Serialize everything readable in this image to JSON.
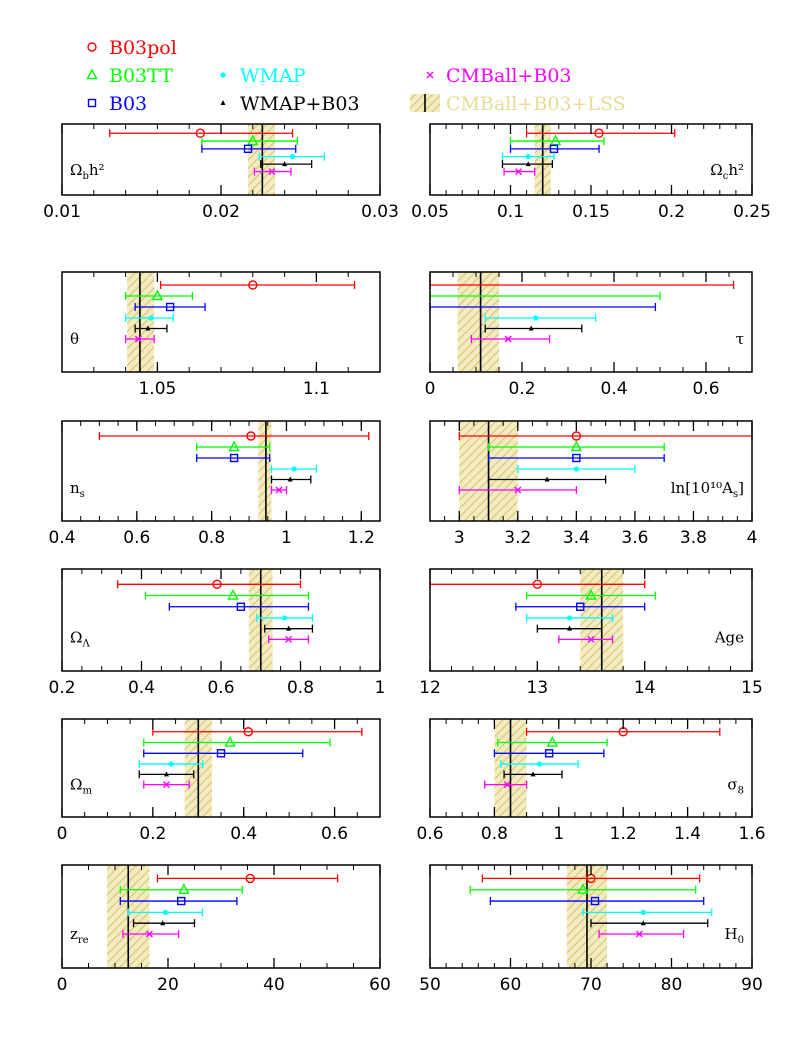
{
  "legend": [
    {
      "label": "B03pol",
      "color": "#ff0000",
      "marker": "circle"
    },
    {
      "label": "B03TT",
      "color": "#00ff00",
      "marker": "triangle"
    },
    {
      "label": "B03",
      "color": "#0000ff",
      "marker": "square"
    },
    {
      "label": "WMAP",
      "color": "#00ffff",
      "marker": "dot"
    },
    {
      "label": "WMAP+B03",
      "color": "#000000",
      "marker": "small-triangle"
    },
    {
      "label": "CMBall+B03",
      "color": "#ff00ff",
      "marker": "cross"
    },
    {
      "label": "CMBall+B03+LSS",
      "color": "#e8dc96",
      "marker": "band"
    }
  ],
  "chart_data": [
    {
      "type": "errorbar",
      "param": "omega-b-h2",
      "label_main": "Ω",
      "label_sub": "b",
      "label_after": "h²",
      "label_side": "left",
      "xlim": [
        0.01,
        0.03
      ],
      "ticks": [
        0.01,
        0.02,
        0.03
      ],
      "tick_labels": [
        "0.01",
        "0.02",
        "0.03"
      ],
      "minor_step": 0.002,
      "series": [
        {
          "name": "B03pol",
          "center": 0.0187,
          "lo": 0.013,
          "hi": 0.0245
        },
        {
          "name": "B03TT",
          "center": 0.022,
          "lo": 0.0188,
          "hi": 0.0248
        },
        {
          "name": "B03",
          "center": 0.0217,
          "lo": 0.0188,
          "hi": 0.0247
        },
        {
          "name": "WMAP",
          "center": 0.0245,
          "lo": 0.0224,
          "hi": 0.0265
        },
        {
          "name": "WMAP+B03",
          "center": 0.024,
          "lo": 0.0225,
          "hi": 0.0257
        },
        {
          "name": "CMBall+B03",
          "center": 0.0232,
          "lo": 0.0221,
          "hi": 0.0244
        }
      ],
      "band": {
        "lo": 0.0217,
        "hi": 0.0234,
        "center": 0.0226
      }
    },
    {
      "type": "errorbar",
      "param": "omega-c-h2",
      "label_main": "Ω",
      "label_sub": "c",
      "label_after": "h²",
      "label_side": "right",
      "xlim": [
        0.05,
        0.25
      ],
      "ticks": [
        0.05,
        0.1,
        0.15,
        0.2,
        0.25
      ],
      "tick_labels": [
        "0.05",
        "0.1",
        "0.15",
        "0.2",
        "0.25"
      ],
      "minor_step": 0.01,
      "series": [
        {
          "name": "B03pol",
          "center": 0.155,
          "lo": 0.11,
          "hi": 0.202
        },
        {
          "name": "B03TT",
          "center": 0.128,
          "lo": 0.1,
          "hi": 0.158
        },
        {
          "name": "B03",
          "center": 0.127,
          "lo": 0.1,
          "hi": 0.155
        },
        {
          "name": "WMAP",
          "center": 0.111,
          "lo": 0.095,
          "hi": 0.127
        },
        {
          "name": "WMAP+B03",
          "center": 0.111,
          "lo": 0.095,
          "hi": 0.126
        },
        {
          "name": "CMBall+B03",
          "center": 0.105,
          "lo": 0.096,
          "hi": 0.115
        }
      ],
      "band": {
        "lo": 0.115,
        "hi": 0.125,
        "center": 0.12
      }
    },
    {
      "type": "errorbar",
      "param": "theta",
      "label_main": "θ",
      "label_sub": "",
      "label_after": "",
      "label_side": "left",
      "xlim": [
        1.02,
        1.12
      ],
      "ticks": [
        1.05,
        1.1
      ],
      "tick_labels": [
        "1.05",
        "1.1"
      ],
      "minor_step": 0.01,
      "series": [
        {
          "name": "B03pol",
          "center": 1.08,
          "lo": 1.051,
          "hi": 1.112
        },
        {
          "name": "B03TT",
          "center": 1.05,
          "lo": 1.04,
          "hi": 1.061
        },
        {
          "name": "B03",
          "center": 1.054,
          "lo": 1.043,
          "hi": 1.065
        },
        {
          "name": "WMAP",
          "center": 1.048,
          "lo": 1.04,
          "hi": 1.055
        },
        {
          "name": "WMAP+B03",
          "center": 1.047,
          "lo": 1.043,
          "hi": 1.053
        },
        {
          "name": "CMBall+B03",
          "center": 1.044,
          "lo": 1.04,
          "hi": 1.049
        }
      ],
      "band": {
        "lo": 1.0405,
        "hi": 1.049,
        "center": 1.0445
      }
    },
    {
      "type": "errorbar",
      "param": "tau",
      "label_main": "τ",
      "label_sub": "",
      "label_after": "",
      "label_side": "right",
      "xlim": [
        0,
        0.7
      ],
      "ticks": [
        0,
        0.2,
        0.4,
        0.6
      ],
      "tick_labels": [
        "0",
        "0.2",
        "0.4",
        "0.6"
      ],
      "minor_step": 0.05,
      "series": [
        {
          "name": "B03pol",
          "center": null,
          "lo": 0,
          "hi": 0.66
        },
        {
          "name": "B03TT",
          "center": null,
          "lo": 0,
          "hi": 0.5
        },
        {
          "name": "B03",
          "center": null,
          "lo": 0,
          "hi": 0.49
        },
        {
          "name": "WMAP",
          "center": 0.23,
          "lo": 0.12,
          "hi": 0.36
        },
        {
          "name": "WMAP+B03",
          "center": 0.22,
          "lo": 0.12,
          "hi": 0.33
        },
        {
          "name": "CMBall+B03",
          "center": 0.17,
          "lo": 0.09,
          "hi": 0.26
        }
      ],
      "band": {
        "lo": 0.06,
        "hi": 0.15,
        "center": 0.11
      }
    },
    {
      "type": "errorbar",
      "param": "n-s",
      "label_main": "n",
      "label_sub": "s",
      "label_after": "",
      "label_side": "left",
      "xlim": [
        0.4,
        1.25
      ],
      "ticks": [
        0.4,
        0.6,
        0.8,
        1,
        1.2
      ],
      "tick_labels": [
        "0.4",
        "0.6",
        "0.8",
        "1",
        "1.2"
      ],
      "minor_step": 0.05,
      "series": [
        {
          "name": "B03pol",
          "center": 0.905,
          "lo": 0.5,
          "hi": 1.22
        },
        {
          "name": "B03TT",
          "center": 0.86,
          "lo": 0.76,
          "hi": 0.955
        },
        {
          "name": "B03",
          "center": 0.86,
          "lo": 0.76,
          "hi": 0.955
        },
        {
          "name": "WMAP",
          "center": 1.02,
          "lo": 0.96,
          "hi": 1.08
        },
        {
          "name": "WMAP+B03",
          "center": 1.01,
          "lo": 0.96,
          "hi": 1.065
        },
        {
          "name": "CMBall+B03",
          "center": 0.98,
          "lo": 0.96,
          "hi": 1.0
        }
      ],
      "band": {
        "lo": 0.925,
        "hi": 0.96,
        "center": 0.945
      }
    },
    {
      "type": "errorbar",
      "param": "ln-10-10-a-s",
      "label_main": "ln[10¹⁰A",
      "label_sub": "s",
      "label_after": "]",
      "label_side": "right",
      "xlim": [
        2.9,
        4.0
      ],
      "ticks": [
        3,
        3.2,
        3.4,
        3.6,
        3.8,
        4
      ],
      "tick_labels": [
        "3",
        "3.2",
        "3.4",
        "3.6",
        "3.8",
        "4"
      ],
      "minor_step": 0.05,
      "series": [
        {
          "name": "B03pol",
          "center": 3.4,
          "lo": 3.0,
          "hi": 4.0
        },
        {
          "name": "B03TT",
          "center": 3.4,
          "lo": 3.1,
          "hi": 3.7
        },
        {
          "name": "B03",
          "center": 3.4,
          "lo": 3.1,
          "hi": 3.7
        },
        {
          "name": "WMAP",
          "center": 3.4,
          "lo": 3.2,
          "hi": 3.6
        },
        {
          "name": "WMAP+B03",
          "center": 3.3,
          "lo": 3.1,
          "hi": 3.5
        },
        {
          "name": "CMBall+B03",
          "center": 3.2,
          "lo": 3.0,
          "hi": 3.4
        }
      ],
      "band": {
        "lo": 3.0,
        "hi": 3.2,
        "center": 3.1
      }
    },
    {
      "type": "errorbar",
      "param": "omega-lambda",
      "label_main": "Ω",
      "label_sub": "Λ",
      "label_after": "",
      "label_side": "left",
      "xlim": [
        0.2,
        1.0
      ],
      "ticks": [
        0.2,
        0.4,
        0.6,
        0.8,
        1
      ],
      "tick_labels": [
        "0.2",
        "0.4",
        "0.6",
        "0.8",
        "1"
      ],
      "minor_step": 0.05,
      "series": [
        {
          "name": "B03pol",
          "center": 0.59,
          "lo": 0.34,
          "hi": 0.8
        },
        {
          "name": "B03TT",
          "center": 0.63,
          "lo": 0.41,
          "hi": 0.82
        },
        {
          "name": "B03",
          "center": 0.65,
          "lo": 0.47,
          "hi": 0.82
        },
        {
          "name": "WMAP",
          "center": 0.76,
          "lo": 0.69,
          "hi": 0.83
        },
        {
          "name": "WMAP+B03",
          "center": 0.77,
          "lo": 0.71,
          "hi": 0.83
        },
        {
          "name": "CMBall+B03",
          "center": 0.77,
          "lo": 0.72,
          "hi": 0.82
        }
      ],
      "band": {
        "lo": 0.67,
        "hi": 0.73,
        "center": 0.7
      }
    },
    {
      "type": "errorbar",
      "param": "age",
      "label_main": "Age",
      "label_sub": "",
      "label_after": "",
      "label_side": "right",
      "xlim": [
        12,
        15
      ],
      "ticks": [
        12,
        13,
        14,
        15
      ],
      "tick_labels": [
        "12",
        "13",
        "14",
        "15"
      ],
      "minor_step": 0.2,
      "series": [
        {
          "name": "B03pol",
          "center": 13.0,
          "lo": 12.0,
          "hi": 14.0
        },
        {
          "name": "B03TT",
          "center": 13.5,
          "lo": 12.9,
          "hi": 14.1
        },
        {
          "name": "B03",
          "center": 13.4,
          "lo": 12.8,
          "hi": 14.0
        },
        {
          "name": "WMAP",
          "center": 13.3,
          "lo": 12.9,
          "hi": 13.7
        },
        {
          "name": "WMAP+B03",
          "center": 13.3,
          "lo": 13.0,
          "hi": 13.6
        },
        {
          "name": "CMBall+B03",
          "center": 13.5,
          "lo": 13.2,
          "hi": 13.7
        }
      ],
      "band": {
        "lo": 13.4,
        "hi": 13.8,
        "center": 13.6
      }
    },
    {
      "type": "errorbar",
      "param": "omega-m",
      "label_main": "Ω",
      "label_sub": "m",
      "label_after": "",
      "label_side": "left",
      "xlim": [
        0,
        0.7
      ],
      "ticks": [
        0,
        0.2,
        0.4,
        0.6
      ],
      "tick_labels": [
        "0",
        "0.2",
        "0.4",
        "0.6"
      ],
      "minor_step": 0.05,
      "series": [
        {
          "name": "B03pol",
          "center": 0.41,
          "lo": 0.2,
          "hi": 0.66
        },
        {
          "name": "B03TT",
          "center": 0.37,
          "lo": 0.18,
          "hi": 0.59
        },
        {
          "name": "B03",
          "center": 0.35,
          "lo": 0.18,
          "hi": 0.53
        },
        {
          "name": "WMAP",
          "center": 0.24,
          "lo": 0.17,
          "hi": 0.31
        },
        {
          "name": "WMAP+B03",
          "center": 0.23,
          "lo": 0.17,
          "hi": 0.29
        },
        {
          "name": "CMBall+B03",
          "center": 0.23,
          "lo": 0.18,
          "hi": 0.28
        }
      ],
      "band": {
        "lo": 0.27,
        "hi": 0.33,
        "center": 0.3
      }
    },
    {
      "type": "errorbar",
      "param": "sigma-8",
      "label_main": "σ",
      "label_sub": "8",
      "label_after": "",
      "label_side": "right",
      "xlim": [
        0.6,
        1.6
      ],
      "ticks": [
        0.6,
        0.8,
        1,
        1.2,
        1.4,
        1.6
      ],
      "tick_labels": [
        "0.6",
        "0.8",
        "1",
        "1.2",
        "1.4",
        "1.6"
      ],
      "minor_step": 0.05,
      "series": [
        {
          "name": "B03pol",
          "center": 1.2,
          "lo": 0.9,
          "hi": 1.5
        },
        {
          "name": "B03TT",
          "center": 0.98,
          "lo": 0.81,
          "hi": 1.15
        },
        {
          "name": "B03",
          "center": 0.97,
          "lo": 0.8,
          "hi": 1.14
        },
        {
          "name": "WMAP",
          "center": 0.94,
          "lo": 0.82,
          "hi": 1.06
        },
        {
          "name": "WMAP+B03",
          "center": 0.92,
          "lo": 0.83,
          "hi": 1.01
        },
        {
          "name": "CMBall+B03",
          "center": 0.84,
          "lo": 0.77,
          "hi": 0.9
        }
      ],
      "band": {
        "lo": 0.8,
        "hi": 0.9,
        "center": 0.85
      }
    },
    {
      "type": "errorbar",
      "param": "z-re",
      "label_main": "z",
      "label_sub": "re",
      "label_after": "",
      "label_side": "left",
      "xlim": [
        0,
        60
      ],
      "ticks": [
        0,
        20,
        40,
        60
      ],
      "tick_labels": [
        "0",
        "20",
        "40",
        "60"
      ],
      "minor_step": 5,
      "series": [
        {
          "name": "B03pol",
          "center": 35.5,
          "lo": 18,
          "hi": 52
        },
        {
          "name": "B03TT",
          "center": 23,
          "lo": 11,
          "hi": 34
        },
        {
          "name": "B03",
          "center": 22.5,
          "lo": 11,
          "hi": 33
        },
        {
          "name": "WMAP",
          "center": 19.5,
          "lo": 12.5,
          "hi": 26.5
        },
        {
          "name": "WMAP+B03",
          "center": 19,
          "lo": 13.5,
          "hi": 25
        },
        {
          "name": "CMBall+B03",
          "center": 16.5,
          "lo": 11.5,
          "hi": 22
        }
      ],
      "band": {
        "lo": 8.5,
        "hi": 16.5,
        "center": 12.5
      }
    },
    {
      "type": "errorbar",
      "param": "h-0",
      "label_main": "H",
      "label_sub": "0",
      "label_after": "",
      "label_side": "right",
      "xlim": [
        50,
        90
      ],
      "ticks": [
        50,
        60,
        70,
        80,
        90
      ],
      "tick_labels": [
        "50",
        "60",
        "70",
        "80",
        "90"
      ],
      "minor_step": 2,
      "series": [
        {
          "name": "B03pol",
          "center": 70,
          "lo": 56.5,
          "hi": 83.5
        },
        {
          "name": "B03TT",
          "center": 69,
          "lo": 55,
          "hi": 83
        },
        {
          "name": "B03",
          "center": 70.5,
          "lo": 57.5,
          "hi": 84
        },
        {
          "name": "WMAP",
          "center": 76.5,
          "lo": 69,
          "hi": 85
        },
        {
          "name": "WMAP+B03",
          "center": 76.5,
          "lo": 70,
          "hi": 84.5
        },
        {
          "name": "CMBall+B03",
          "center": 76,
          "lo": 71,
          "hi": 81.5
        }
      ],
      "band": {
        "lo": 67,
        "hi": 72,
        "center": 69.5
      }
    }
  ]
}
